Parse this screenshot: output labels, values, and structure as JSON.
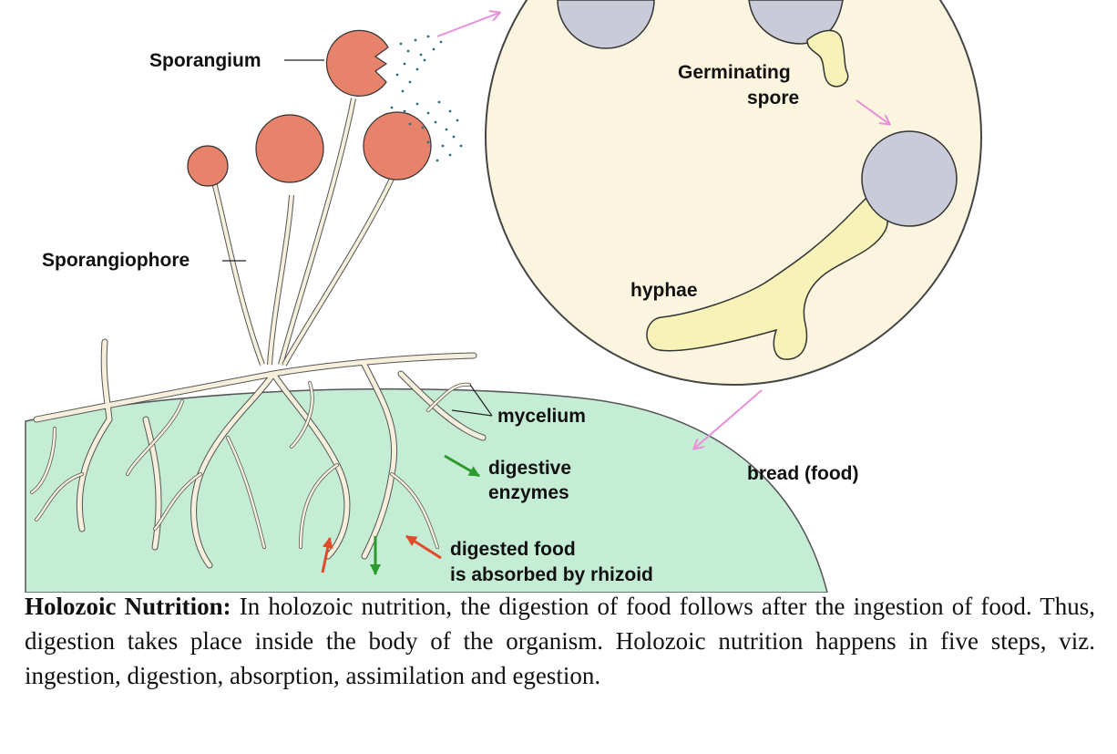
{
  "diagram": {
    "labels": {
      "sporangium": "Sporangium",
      "sporangiophore": "Sporangiophore",
      "germinating_spore_line1": "Germinating",
      "germinating_spore_line2": "spore",
      "hyphae": "hyphae",
      "mycelium": "mycelium",
      "digestive_enzymes_line1": "digestive",
      "digestive_enzymes_line2": "enzymes",
      "bread": "bread (food)",
      "digested_food_line1": "digested food",
      "digested_food_line2": "is absorbed by rhizoid"
    },
    "colors": {
      "bread": "#c5ecd5",
      "sporangium": "#e8836b",
      "spore": "#c9ccd8",
      "hypha": "#f6f2b8",
      "circle": "#fbf4df",
      "arrow_pink": "#e98fd8",
      "arrow_green": "#2d9a2d",
      "arrow_red": "#e24a2a",
      "spore_dots": "#2b6f86"
    }
  },
  "caption": {
    "heading": "Holozoic Nutrition:",
    "text": " In holozoic nutrition, the digestion of food follows after the ingestion of food. Thus, digestion takes place inside the body of the organism. Holozoic nutrition happens in five steps, viz. ingestion, digestion, absorption, assimilation and egestion."
  }
}
